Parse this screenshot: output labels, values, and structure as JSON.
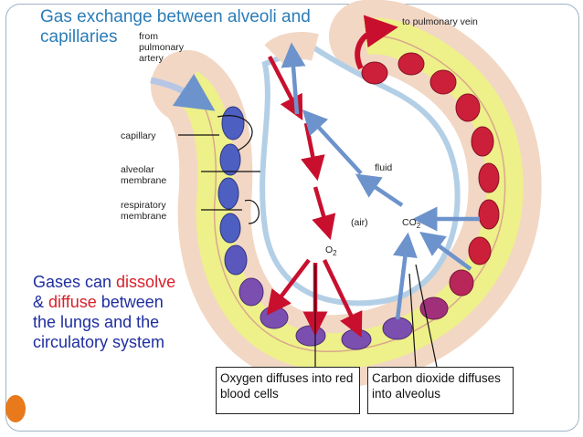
{
  "title": "Gas exchange between alveoli and capillaries",
  "labels": {
    "from_artery": "from pulmonary artery",
    "to_vein": "to pulmonary vein",
    "capillary": "capillary",
    "alveolar_membrane": "alveolar membrane",
    "respiratory_membrane": "respiratory membrane",
    "fluid": "fluid",
    "air": "(air)",
    "o2": "O",
    "o2_sub": "2",
    "co2": "CO",
    "co2_sub": "2"
  },
  "callout": {
    "part1": "Gases can ",
    "dissolve": "dissolve",
    "part2": "& ",
    "diffuse": "diffuse",
    "part3": " between the lungs and the circulatory system"
  },
  "boxes": {
    "oxygen": "Oxygen diffuses into red blood cells",
    "co2": "Carbon dioxide diffuses into alveolus"
  },
  "colors": {
    "title": "#2a7cb8",
    "callout_blue": "#1f2ea0",
    "callout_red": "#d8202b",
    "o2_arrow": "#c8102e",
    "co2_arrow": "#6d93cc",
    "tissue": "#f2d7c4",
    "plasma": "#eef08a",
    "rbc_blue": "#4d5fc1",
    "rbc_purple": "#7b4fb0",
    "rbc_red": "#cc1f3a"
  }
}
